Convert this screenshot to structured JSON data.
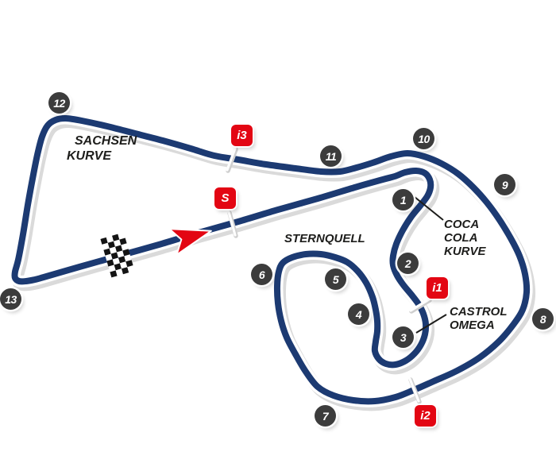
{
  "map": {
    "type": "race-track-circuit-map",
    "corners": [
      "1",
      "2",
      "3",
      "4",
      "5",
      "6",
      "7",
      "8",
      "9",
      "10",
      "11",
      "12",
      "13"
    ],
    "sectors": {
      "start": "S",
      "i1": "i1",
      "i2": "i2",
      "i3": "i3"
    },
    "labels": {
      "sachsen": [
        "SACHSEN",
        "KURVE"
      ],
      "sternquell": "STERNQUELL",
      "coca": [
        "COCA",
        "COLA",
        "KURVE"
      ],
      "castrol": [
        "CASTROL",
        "OMEGA"
      ]
    },
    "icons": {
      "finish_line": "checkered-flag",
      "direction": "red-arrowhead"
    },
    "colors": {
      "track_blue": "#1c3a72",
      "track_casing": "#ffffff",
      "track_shadow": "#dadada",
      "corner_marker": "#3c3c3c",
      "sector_red": "#e30613",
      "label_text": "#1d1d1b"
    }
  }
}
